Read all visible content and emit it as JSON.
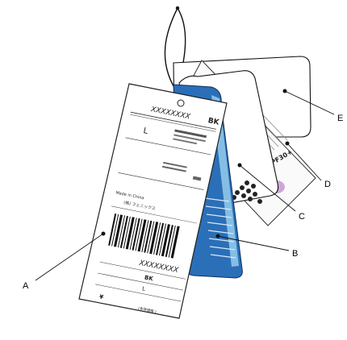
{
  "diagram": {
    "callouts": {
      "a": "A",
      "b": "B",
      "c": "C",
      "d": "D",
      "e": "E"
    },
    "tag_a": {
      "style_code": "XXXXXXXX",
      "color_code": "BK",
      "size": "L",
      "made_in": "Made in China",
      "company": "(株) フェニックス",
      "bottom_code": "XXXXXXXX",
      "bottom_color": "BK",
      "bottom_size": "L",
      "price_mark": "¥",
      "price_note": "(本体価格 )"
    },
    "tag_d": {
      "upf": "UPF30+"
    }
  }
}
